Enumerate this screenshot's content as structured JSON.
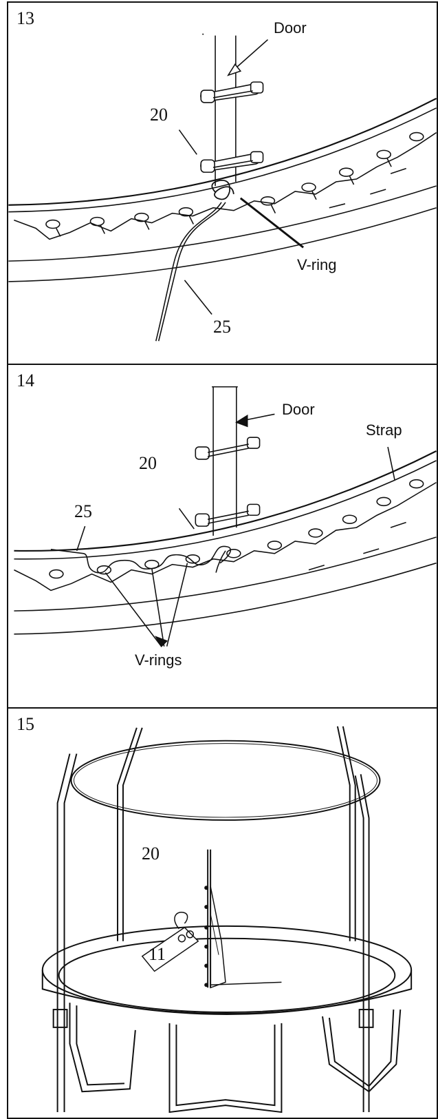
{
  "panel13": {
    "step": "13",
    "door": "Door",
    "part20": "20",
    "vring": "V-ring",
    "part25": "25"
  },
  "panel14": {
    "step": "14",
    "door": "Door",
    "strap": "Strap",
    "part20": "20",
    "part25": "25",
    "vrings": "V-rings"
  },
  "panel15": {
    "step": "15",
    "part20": "20",
    "part11": "11"
  }
}
